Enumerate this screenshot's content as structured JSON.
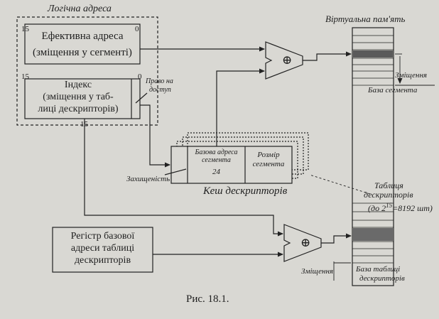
{
  "title": "Логічна адреса",
  "virtual_memory_label": "Віртуальна пам'ять",
  "effective_address": {
    "line1": "Ефективна адреса",
    "line2": "(зміщення у сегменті)",
    "bit_high": "15",
    "bit_low": "0"
  },
  "index_box": {
    "line1": "Індекс",
    "line2": "(зміщення у таб-",
    "line3": "лиці дескрипторів)",
    "bit_high": "15",
    "bit_low": "0",
    "bit_bottom": "15"
  },
  "access_right": {
    "line1": "Право на",
    "line2": "доступ"
  },
  "offset_label_top": "Зміщення",
  "segment_base_label": "База сегмента",
  "descriptor": {
    "base_line1": "Базова адреса",
    "base_line2": "сегмента",
    "base_bits": "24",
    "size_line1": "Розмір",
    "size_line2": "сегмента"
  },
  "protection_label": "Захищеність",
  "cache_label": "Кеш дескрипторів",
  "descriptor_table": {
    "line1": "Таблиця",
    "line2": "дескрипторів",
    "line3_pre": "(до 2",
    "line3_exp": "15",
    "line3_post": "=8192 шт)"
  },
  "base_register": {
    "line1": "Регістр базової",
    "line2": "адреси таблиці",
    "line3": "дескрипторів"
  },
  "offset_label_bottom": "Зміщення",
  "table_base_label": {
    "line1": "База таблиці",
    "line2": "дескрипторів"
  },
  "adder_symbol": "⊕",
  "caption": "Рис. 18.1."
}
